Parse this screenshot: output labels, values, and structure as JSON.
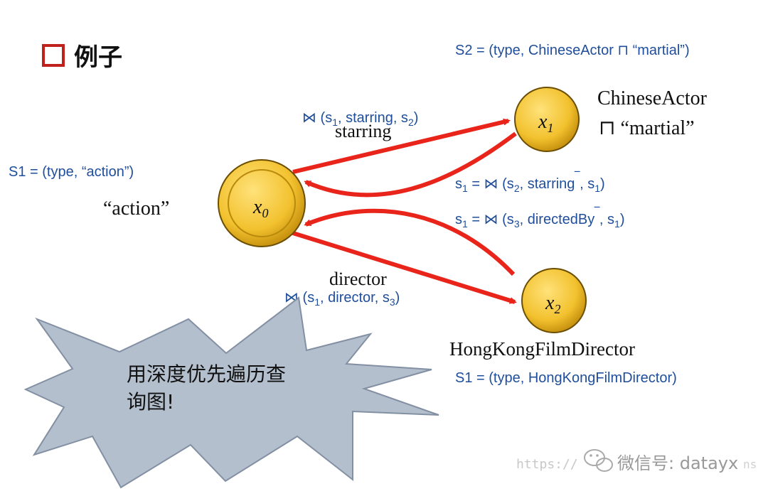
{
  "title": {
    "checkbox_icon": "red-square-outline-icon",
    "text": "例子"
  },
  "constraints": {
    "s2_top": "S2 = (type, ChineseActor ⊓ “martial”)",
    "s1_left": "S1 = (type, “action”)",
    "s1_bottom": "S1 = (type, HongKongFilmDirector)"
  },
  "nodes": {
    "x0": {
      "var": "x",
      "sub": "0",
      "label": "“action”"
    },
    "x1": {
      "var": "x",
      "sub": "1",
      "label_line1": "ChineseActor",
      "label_line2": "⊓ “martial”"
    },
    "x2": {
      "var": "x",
      "sub": "2",
      "label": "HongKongFilmDirector"
    }
  },
  "edges": {
    "starring": {
      "name": "starring",
      "join": {
        "op": "⋈ (s",
        "a": "1",
        "mid": ", starring, s",
        "b": "2",
        "end": ")"
      }
    },
    "starring_rev": {
      "pre": "s",
      "a": "1",
      "mid": " = ⋈ (s",
      "b": "2",
      "text": ", starring",
      "bar": "‾",
      "end": ", s",
      "c": "1",
      "close": ")"
    },
    "directed_rev": {
      "pre": "s",
      "a": "1",
      "mid": " = ⋈ (s",
      "b": "3",
      "text": ", directedBy",
      "bar": "‾",
      "end": ", s",
      "c": "1",
      "close": ")"
    },
    "director": {
      "name": "director",
      "join": {
        "op": "⋈ (s",
        "a": "1",
        "mid": ", director, s",
        "b": "3",
        "end": ")"
      }
    }
  },
  "callout": {
    "line1": "用深度优先遍历查",
    "line2": "询图!"
  },
  "watermark": {
    "url": "https://",
    "wechat_icon": "wechat-icon",
    "text": "微信号: datayx",
    "faded": "ns"
  },
  "colors": {
    "arrow": "#e8241b",
    "blue_text": "#1f4e9c",
    "node_fill": "#f2c12e",
    "node_stroke": "#6b4e00",
    "checkbox": "#c0211d",
    "burst_fill": "#b4bfcd"
  }
}
